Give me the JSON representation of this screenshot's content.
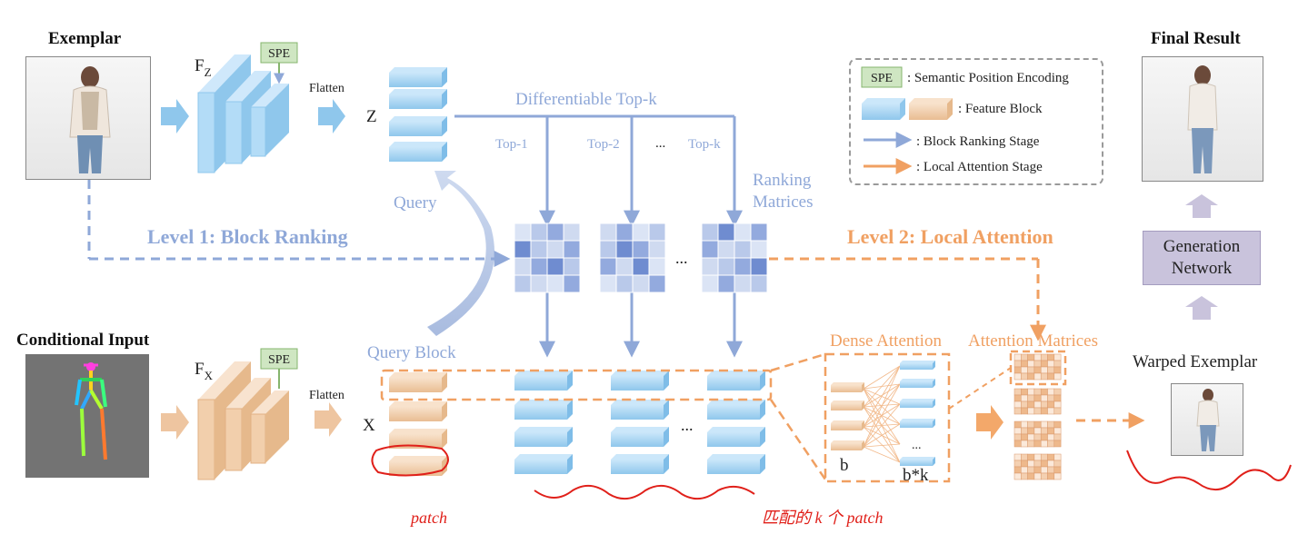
{
  "titles": {
    "exemplar": "Exemplar",
    "conditional_input": "Conditional Input",
    "final_result": "Final Result",
    "warped_exemplar": "Warped Exemplar"
  },
  "labels": {
    "fz_main": "F",
    "fz_sub": "Z",
    "fx_main": "F",
    "fx_sub": "X",
    "spe": "SPE",
    "flatten": "Flatten",
    "z": "Z",
    "x": "X",
    "differentiable_topk": "Differentiable Top-k",
    "top1": "Top-1",
    "top2": "Top-2",
    "ellipsis": "...",
    "topk": "Top-k",
    "ranking_matrices_1": "Ranking",
    "ranking_matrices_2": "Matrices",
    "query": "Query",
    "query_block": "Query Block",
    "level1": "Level 1: Block Ranking",
    "level2": "Level 2: Local Attention",
    "dense_attention": "Dense Attention",
    "attention_matrices": "Attention Matrices",
    "b": "b",
    "bk": "b*k",
    "generation_network_1": "Generation",
    "generation_network_2": "Network"
  },
  "legend": {
    "spe_tag": "SPE",
    "spe": ": Semantic Position Encoding",
    "feature_block": ": Feature Block",
    "block_ranking": ": Block Ranking Stage",
    "local_attention": ": Local Attention Stage"
  },
  "annotations": {
    "note1": "patch",
    "note2": "匹配的 k 个 patch"
  },
  "colors": {
    "blue": "#8fa8d8",
    "blue_dark": "#7c98cf",
    "block_blue": "#9fd0f0",
    "block_orange": "#f2cfac",
    "orange": "#f0a062",
    "spe_green": "#cfe6c2",
    "gen_purple": "#c9c3dc",
    "annotation_red": "#e0201a"
  }
}
